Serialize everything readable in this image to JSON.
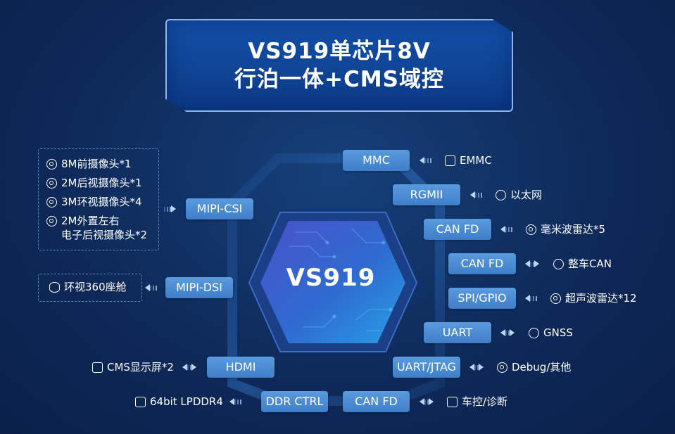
{
  "title": {
    "line1": "VS919单芯片8V",
    "line2": "行泊一体+CMS域控"
  },
  "chip": {
    "name": "VS919"
  },
  "interfaces": {
    "mmc": "MMC",
    "rgmii": "RGMII",
    "canfd1": "CAN FD",
    "canfd2": "CAN FD",
    "spi_gpio": "SPI/GPIO",
    "uart": "UART",
    "uart_jtag": "UART/JTAG",
    "canfd3": "CAN FD",
    "ddr_ctrl": "DDR CTRL",
    "hdmi": "HDMI",
    "mipi_dsi": "MIPI-DSI",
    "mipi_csi": "MIPI-CSI"
  },
  "peripherals": {
    "emmc": "EMMC",
    "ethernet": "以太网",
    "mmw_radar": "毫米波雷达*5",
    "vehicle_can": "整车CAN",
    "ultrasonic": "超声波雷达*12",
    "gnss": "GNSS",
    "debug": "Debug/其他",
    "vehicle_control": "车控/诊断",
    "lpddr4": "64bit LPDDR4",
    "cms_display": "CMS显示屏*2",
    "surround_cockpit": "环视360座舱"
  },
  "cameras": [
    {
      "label": "8M前摄像头*1"
    },
    {
      "label": "2M后视摄像头*1"
    },
    {
      "label": "3M环视摄像头*4"
    },
    {
      "label": "2M外置左右"
    },
    {
      "label": "电子后视摄像头*2"
    }
  ],
  "colors": {
    "background": "#0e2a5a",
    "pill": "#4a8ad2",
    "title_box": "#1350a8",
    "hex_core": "#2f5fc0"
  },
  "icons": {
    "camera": "camera-icon",
    "memory": "memory-icon",
    "globe": "globe-icon",
    "radar": "radar-icon",
    "signal": "signal-icon",
    "location": "location-pin-icon",
    "gear": "gear-icon",
    "sliders": "sliders-icon",
    "display": "display-icon",
    "surround": "surround-view-icon"
  }
}
